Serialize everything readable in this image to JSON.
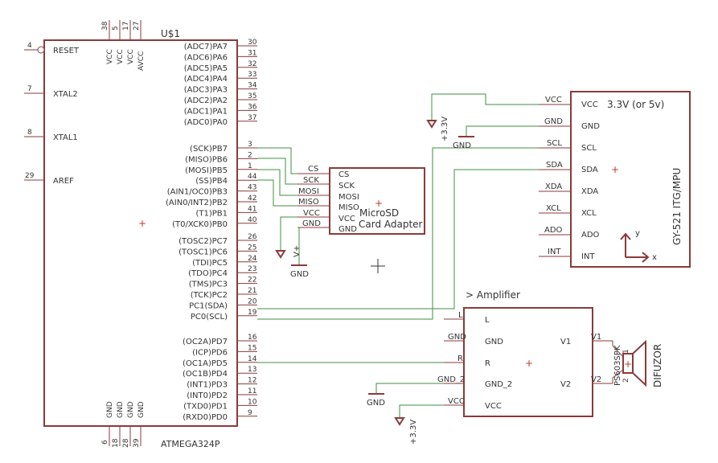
{
  "atmega": {
    "ref": "U$1",
    "name": "ATMEGA324P",
    "left": [
      {
        "pin": "4",
        "label": "RESET"
      },
      {
        "pin": "7",
        "label": "XTAL2"
      },
      {
        "pin": "8",
        "label": "XTAL1"
      },
      {
        "pin": "29",
        "label": "AREF"
      }
    ],
    "top": [
      {
        "pin": "38",
        "label": "VCC"
      },
      {
        "pin": "5",
        "label": "VCC"
      },
      {
        "pin": "17",
        "label": "VCC"
      },
      {
        "pin": "27",
        "label": "AVCC"
      }
    ],
    "bottom": [
      {
        "pin": "6",
        "label": "GND"
      },
      {
        "pin": "18",
        "label": "GND"
      },
      {
        "pin": "28",
        "label": "GND"
      },
      {
        "pin": "39",
        "label": "GND"
      }
    ],
    "right": [
      {
        "pin": "30",
        "label": "(ADC7)PA7"
      },
      {
        "pin": "31",
        "label": "(ADC6)PA6"
      },
      {
        "pin": "32",
        "label": "(ADC5)PA5"
      },
      {
        "pin": "33",
        "label": "(ADC4)PA4"
      },
      {
        "pin": "34",
        "label": "(ADC3)PA3"
      },
      {
        "pin": "35",
        "label": "(ADC2)PA2"
      },
      {
        "pin": "36",
        "label": "(ADC1)PA1"
      },
      {
        "pin": "37",
        "label": "(ADC0)PA0"
      },
      {
        "pin": "3",
        "label": "(SCK)PB7"
      },
      {
        "pin": "2",
        "label": "(MISO)PB6"
      },
      {
        "pin": "1",
        "label": "(MOSI)PB5"
      },
      {
        "pin": "44",
        "label": "(SS)PB4"
      },
      {
        "pin": "43",
        "label": "(AIN1/OC0)PB3"
      },
      {
        "pin": "42",
        "label": "(AIN0/INT2)PB2"
      },
      {
        "pin": "41",
        "label": "(T1)PB1"
      },
      {
        "pin": "40",
        "label": "(T0/XCK0)PB0"
      },
      {
        "pin": "26",
        "label": "(TOSC2)PC7"
      },
      {
        "pin": "25",
        "label": "(TOSC1)PC6"
      },
      {
        "pin": "24",
        "label": "(TDI)PC5"
      },
      {
        "pin": "23",
        "label": "(TDO)PC4"
      },
      {
        "pin": "22",
        "label": "(TMS)PC3"
      },
      {
        "pin": "21",
        "label": "(TCK)PC2"
      },
      {
        "pin": "20",
        "label": "PC1(SDA)"
      },
      {
        "pin": "19",
        "label": "PC0(SCL)"
      },
      {
        "pin": "16",
        "label": "(OC2A)PD7"
      },
      {
        "pin": "15",
        "label": "(ICP)PD6"
      },
      {
        "pin": "14",
        "label": "(OC1A)PD5"
      },
      {
        "pin": "13",
        "label": "(OC1B)PD4"
      },
      {
        "pin": "12",
        "label": "(INT1)PD3"
      },
      {
        "pin": "11",
        "label": "(INT0)PD2"
      },
      {
        "pin": "10",
        "label": "(TXD0)PD1"
      },
      {
        "pin": "9",
        "label": "(RXD0)PD0"
      }
    ]
  },
  "sd": {
    "title_line1": "MicroSD",
    "title_line2": "Card Adapter",
    "pins": [
      "CS",
      "SCK",
      "MOSI",
      "MISO",
      "VCC",
      "GND"
    ],
    "nets": [
      "CS",
      "SCK",
      "MOSI",
      "MISO",
      "VCC",
      "GND"
    ]
  },
  "gy": {
    "title": "3.3V (or 5v)",
    "name": "GY-521 ITG/MPU",
    "pins": [
      "VCC",
      "GND",
      "SCL",
      "SDA",
      "XDA",
      "XCL",
      "ADO",
      "INT"
    ],
    "nets": [
      "VCC",
      "GND",
      "SCL",
      "SDA",
      "XDA",
      "XCL",
      "ADO",
      "INT"
    ],
    "axis_x": "x",
    "axis_y": "y"
  },
  "amp": {
    "title": "> Amplifier",
    "left_pins": [
      "L",
      "GND",
      "R",
      "GND_2",
      "VCC"
    ],
    "left_nets": [
      "L",
      "GND",
      "R",
      "GND_2",
      "VCC"
    ],
    "right_pins": [
      "V1",
      "V2"
    ],
    "right_nets": [
      "V1",
      "V2"
    ]
  },
  "speaker": {
    "part": "PS603SPK",
    "name": "DIFUZOR",
    "pin1": "1",
    "pin2": "2"
  },
  "power": {
    "gnd": "GND",
    "v33": "+3.3V",
    "vplus": "V+"
  },
  "colors": {
    "component": "#8b3a3a",
    "wire": "#3f8f3f",
    "origin": "#c0392b"
  }
}
